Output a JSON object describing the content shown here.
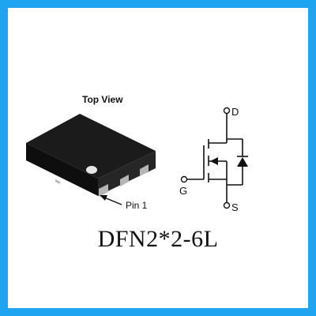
{
  "diagram": {
    "top_view_label": "Top View",
    "pin1_label": "Pin 1",
    "package_name": "DFN2*2-6L",
    "schematic": {
      "drain_label": "D",
      "gate_label": "G",
      "source_label": "S"
    }
  },
  "colors": {
    "frame_border": "#1ea4f0",
    "package_body": "#1b1b1b",
    "pads": "#b5b5b5"
  }
}
